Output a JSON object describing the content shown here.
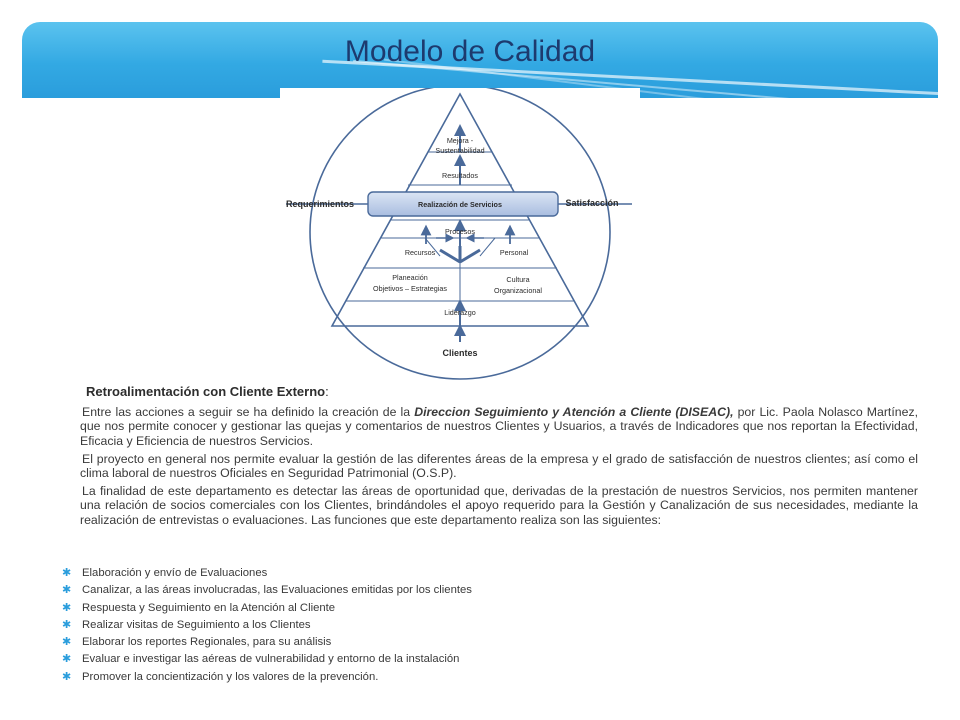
{
  "slide": {
    "title": "Modelo de Calidad"
  },
  "diagram": {
    "left_label": "Requerimientos",
    "right_label": "Satisfacción",
    "top_block_line1": "Mejora -",
    "top_block_line2": "Sustentabilidad",
    "results": "Resultados",
    "band": "Realización de Servicios",
    "processes": "Procesos",
    "resources": "Recursos",
    "personnel": "Personal",
    "planning_line1": "Planeación",
    "planning_line2": "Objetivos – Estrategias",
    "culture_line1": "Cultura",
    "culture_line2": "Organizacional",
    "leadership": "Liderazgo",
    "clients": "Clientes"
  },
  "content": {
    "subhead_bold": "Retroalimentación con Cliente Externo",
    "subhead_colon": ":",
    "p1_pre": "Entre las acciones a seguir se ha definido la creación de la ",
    "p1_bold": "Direccion  Seguimiento y Atención a Cliente (DISEAC),",
    "p1_post": " por Lic. Paola Nolasco Martínez, que nos permite conocer y gestionar las quejas y comentarios de nuestros Clientes y Usuarios, a través de Indicadores que nos reportan la Efectividad, Eficacia y Eficiencia de nuestros Servicios.",
    "p2": "El proyecto en general nos permite evaluar la gestión de las diferentes áreas de la empresa y el grado de satisfacción de nuestros clientes; así como el clima laboral de nuestros Oficiales en Seguridad Patrimonial (O.S.P).",
    "p3": "La finalidad de este departamento es detectar las  áreas de oportunidad que, derivadas de la prestación de nuestros Servicios, nos permiten mantener una relación de socios comerciales con los Clientes, brindándoles el apoyo requerido para la Gestión y Canalización de sus  necesidades, mediante la realización de entrevistas o evaluaciones. Las funciones que este departamento realiza son las siguientes:"
  },
  "bullets": [
    "Elaboración y envío de Evaluaciones",
    "Canalizar,  a las áreas involucradas,  las Evaluaciones emitidas por los clientes",
    "Respuesta y Seguimiento en la Atención al Cliente",
    "Realizar  visitas de Seguimiento a los Clientes",
    "Elaborar los reportes Regionales, para su  análisis",
    "Evaluar e investigar las aéreas  de vulnerabilidad y entorno de la instalación",
    "Promover la concientización y los valores de la prevención."
  ],
  "colors": {
    "header_blue": "#33a9e3",
    "title_navy": "#1d3a6e",
    "diagram_stroke": "#4a6a9a",
    "band_fill": "#b8c9e6",
    "bullet_color": "#2a9ddc"
  }
}
